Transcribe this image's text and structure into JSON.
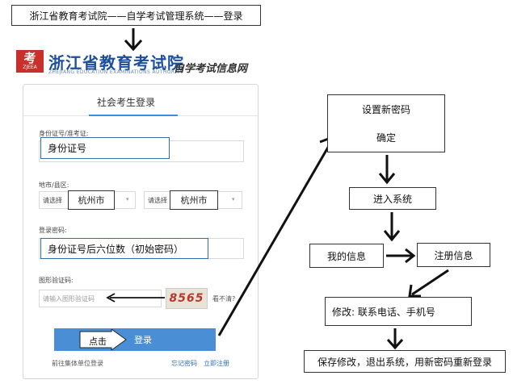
{
  "title_box": "浙江省教育考试院——自学考试管理系统——登录",
  "logo": {
    "badge": "考",
    "badge_sub": "ZJEEA",
    "name": "浙江省教育考试院",
    "english": "ZHEJIANG EDUCATION EXAMINATIONS AUTHORITY",
    "right_title": "自学考试信息网"
  },
  "login": {
    "title": "社会考生登录",
    "id_label": "身份证号/准考证:",
    "id_callout": "身份证号",
    "area_label": "地市/县区:",
    "select1_placeholder": "请选择",
    "select1_value": "杭州市",
    "select2_placeholder": "请选择",
    "select2_value": "杭州市",
    "password_label": "登录密码:",
    "password_callout": "身份证号后六位数（初始密码）",
    "captcha_label": "图形验证码:",
    "captcha_placeholder": "请输入图形验证码",
    "captcha_code": "8565",
    "captcha_unclear": "看不清?",
    "click_label": "点击",
    "login_button": "登录",
    "group_link": "前往集体单位登录",
    "forgot_link": "忘记密码",
    "register_link": "立即注册"
  },
  "flow": {
    "step1_line1": "设置新密码",
    "step1_line2": "确定",
    "step2": "进入系统",
    "step3a": "我的信息",
    "step3b": "注册信息",
    "step4": "修改:  联系电话、手机号",
    "step5": "保存修改，退出系统，用新密码重新登录"
  },
  "colors": {
    "accent": "#4a8fd6",
    "logo_blue": "#1b4f9c",
    "captcha_red": "#b7372e"
  }
}
